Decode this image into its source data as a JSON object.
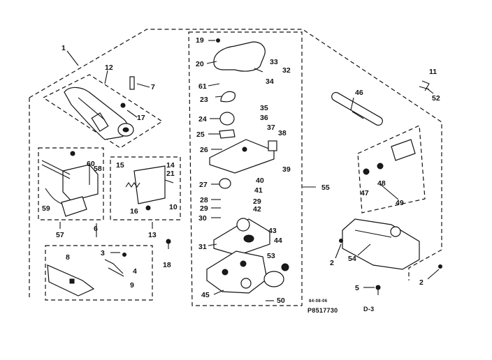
{
  "diagram": {
    "part_number": "P8517730",
    "date_code": "84-08-06",
    "page_label": "D-3"
  },
  "callouts": [
    {
      "id": "c1",
      "label": "1"
    },
    {
      "id": "c12",
      "label": "12"
    },
    {
      "id": "c7",
      "label": "7"
    },
    {
      "id": "c17",
      "label": "17"
    },
    {
      "id": "c60",
      "label": "60"
    },
    {
      "id": "c58",
      "label": "58"
    },
    {
      "id": "c59",
      "label": "59"
    },
    {
      "id": "c57",
      "label": "57"
    },
    {
      "id": "c15",
      "label": "15"
    },
    {
      "id": "c14",
      "label": "14"
    },
    {
      "id": "c21",
      "label": "21"
    },
    {
      "id": "c16",
      "label": "16"
    },
    {
      "id": "c10",
      "label": "10"
    },
    {
      "id": "c13",
      "label": "13"
    },
    {
      "id": "c18",
      "label": "18"
    },
    {
      "id": "c6",
      "label": "6"
    },
    {
      "id": "c3",
      "label": "3"
    },
    {
      "id": "c4",
      "label": "4"
    },
    {
      "id": "c8",
      "label": "8"
    },
    {
      "id": "c9",
      "label": "9"
    },
    {
      "id": "c19",
      "label": "19"
    },
    {
      "id": "c20",
      "label": "20"
    },
    {
      "id": "c33",
      "label": "33"
    },
    {
      "id": "c32",
      "label": "32"
    },
    {
      "id": "c34",
      "label": "34"
    },
    {
      "id": "c61",
      "label": "61"
    },
    {
      "id": "c23",
      "label": "23"
    },
    {
      "id": "c35",
      "label": "35"
    },
    {
      "id": "c36",
      "label": "36"
    },
    {
      "id": "c24",
      "label": "24"
    },
    {
      "id": "c37",
      "label": "37"
    },
    {
      "id": "c38",
      "label": "38"
    },
    {
      "id": "c25",
      "label": "25"
    },
    {
      "id": "c26",
      "label": "26"
    },
    {
      "id": "c39",
      "label": "39"
    },
    {
      "id": "c27",
      "label": "27"
    },
    {
      "id": "c40",
      "label": "40"
    },
    {
      "id": "c41",
      "label": "41"
    },
    {
      "id": "c28",
      "label": "28"
    },
    {
      "id": "c29a",
      "label": "29"
    },
    {
      "id": "c29b",
      "label": "29"
    },
    {
      "id": "c42",
      "label": "42"
    },
    {
      "id": "c30",
      "label": "30"
    },
    {
      "id": "c43",
      "label": "43"
    },
    {
      "id": "c44",
      "label": "44"
    },
    {
      "id": "c31",
      "label": "31"
    },
    {
      "id": "c53",
      "label": "53"
    },
    {
      "id": "c45",
      "label": "45"
    },
    {
      "id": "c50",
      "label": "50"
    },
    {
      "id": "c55",
      "label": "55"
    },
    {
      "id": "c11",
      "label": "11"
    },
    {
      "id": "c52",
      "label": "52"
    },
    {
      "id": "c46",
      "label": "46"
    },
    {
      "id": "c47",
      "label": "47"
    },
    {
      "id": "c48",
      "label": "48"
    },
    {
      "id": "c49",
      "label": "49"
    },
    {
      "id": "c2a",
      "label": "2"
    },
    {
      "id": "c54",
      "label": "54"
    },
    {
      "id": "c2b",
      "label": "2"
    },
    {
      "id": "c5",
      "label": "5"
    }
  ]
}
